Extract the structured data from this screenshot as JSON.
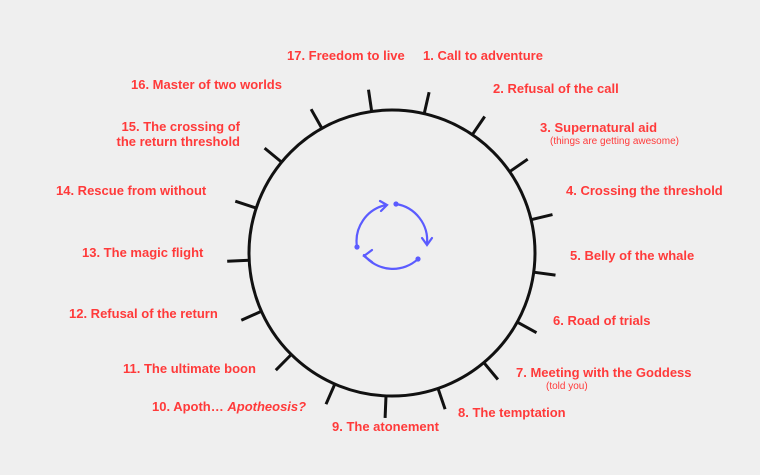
{
  "colors": {
    "background": "#efefef",
    "label": "#ff3a3a",
    "wheel": "#111111",
    "cycle_arrows": "#5b5bff"
  },
  "stages": [
    {
      "label": "1. Call to adventure"
    },
    {
      "label": "2. Refusal of the call"
    },
    {
      "label": "3. Supernatural aid",
      "note": "(things are getting awesome)"
    },
    {
      "label": "4. Crossing the threshold"
    },
    {
      "label": "5. Belly of the whale"
    },
    {
      "label": "6. Road of trials"
    },
    {
      "label": "7. Meeting with the Goddess",
      "note": "(told you)"
    },
    {
      "label": "8. The temptation"
    },
    {
      "label": "9. The atonement"
    },
    {
      "label": "10. Apoth… ",
      "label_italic": "Apotheosis?"
    },
    {
      "label": "11. The ultimate boon"
    },
    {
      "label": "12. Refusal of the return"
    },
    {
      "label": "13. The magic flight"
    },
    {
      "label": "14. Rescue from without"
    },
    {
      "label": "15. The crossing of",
      "label_line2": "the return threshold"
    },
    {
      "label": "16. Master of two worlds"
    },
    {
      "label": "17. Freedom to live"
    }
  ],
  "center_icon": "cycle-arrows-icon"
}
